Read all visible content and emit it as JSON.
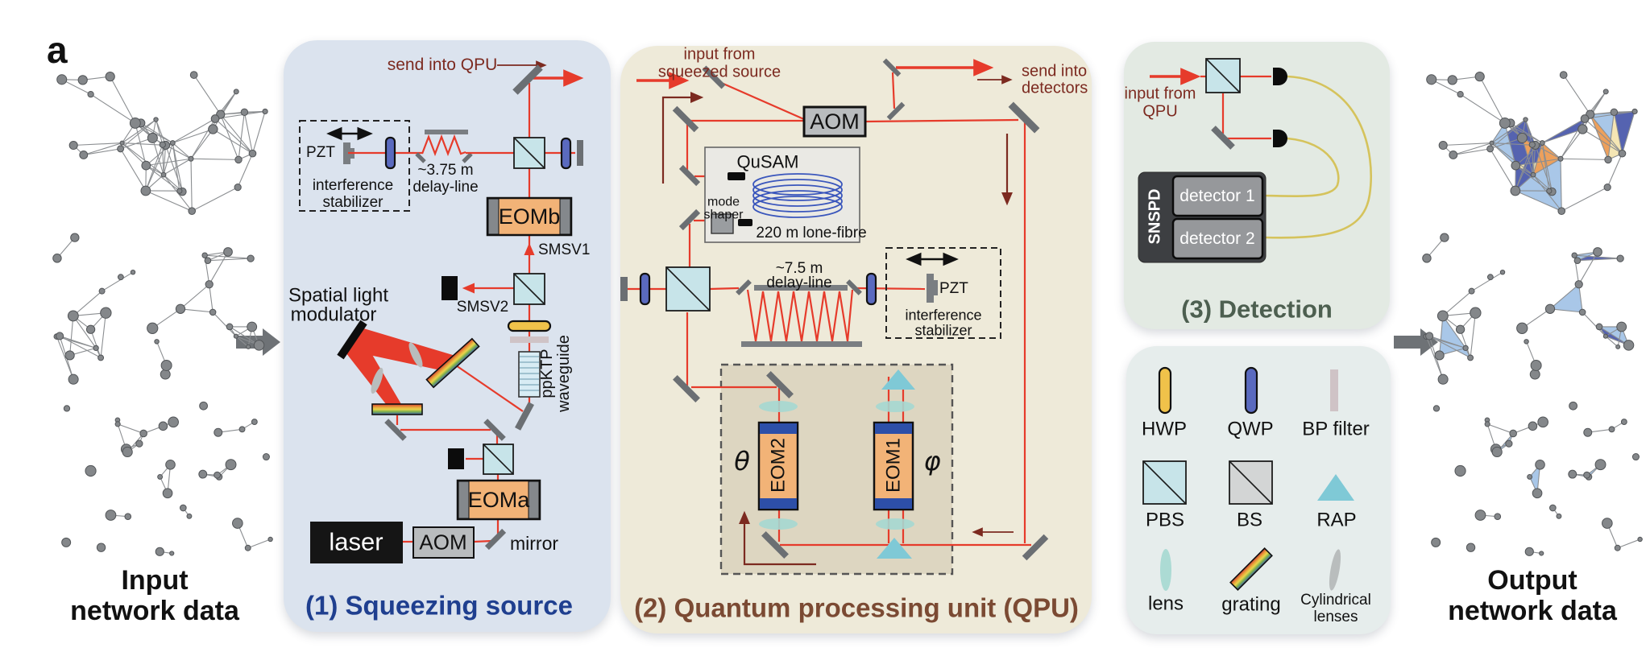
{
  "figure_label": "a",
  "input_caption": {
    "line1": "Input",
    "line2": "network data"
  },
  "output_caption": {
    "line1": "Output",
    "line2": "network data"
  },
  "panel1": {
    "title": "(1) Squeezing source",
    "send_into_qpu": "send into QPU",
    "pzt": "PZT",
    "stabilizer_line1": "interference",
    "stabilizer_line2": "stabilizer",
    "delay_line1": "~3.75 m",
    "delay_line2": "delay-line",
    "eomb": "EOMb",
    "smsv1": "SMSV1",
    "smsv2": "SMSV2",
    "slm_line1": "Spatial light",
    "slm_line2": "modulator",
    "ppktp_line1": "ppKTP",
    "ppktp_line2": "waveguide",
    "eoma": "EOMa",
    "laser": "laser",
    "aom": "AOM",
    "mirror": "mirror"
  },
  "panel2": {
    "title": "(2) Quantum processing unit (QPU)",
    "input_line1": "input from",
    "input_line2": "squeezed source",
    "aom": "AOM",
    "qusam": "QuSAM",
    "mode_shaper_line1": "mode",
    "mode_shaper_line2": "shaper",
    "fibre": "220 m lone-fibre",
    "send_line1": "send into",
    "send_line2": "detectors",
    "delay_line1": "~7.5 m",
    "delay_line2": "delay-line",
    "pzt": "PZT",
    "stabilizer_line1": "interference",
    "stabilizer_line2": "stabilizer",
    "eom2": "EOM2",
    "eom1": "EOM1",
    "theta": "θ",
    "phi": "φ"
  },
  "panel3": {
    "title": "(3) Detection",
    "input_line1": "input from",
    "input_line2": "QPU",
    "snspd": "SNSPD",
    "detector1": "detector 1",
    "detector2": "detector 2"
  },
  "legend": {
    "items": [
      {
        "id": "hwp",
        "label": "HWP"
      },
      {
        "id": "qwp",
        "label": "QWP"
      },
      {
        "id": "bp-filter",
        "label": "BP filter"
      },
      {
        "id": "pbs",
        "label": "PBS"
      },
      {
        "id": "bs",
        "label": "BS"
      },
      {
        "id": "rap",
        "label": "RAP"
      },
      {
        "id": "lens",
        "label": "lens"
      },
      {
        "id": "grating",
        "label": "grating"
      },
      {
        "id": "cylindrical-lenses",
        "label_line1": "Cylindrical",
        "label_line2": "lenses"
      }
    ]
  },
  "colors": {
    "panel1_bg": "#dbe3ee",
    "panel2_bg": "#eeead9",
    "panel3_bg": "#e3eae3",
    "legend_bg": "#e6edec",
    "beam_red": "#e63b2b",
    "dark_red": "#7c2a20",
    "panel1_title": "#1f3f8f",
    "panel2_title": "#7b4a33",
    "panel3_title": "#4d5f50",
    "eom_orange": "#f2b377",
    "hwp_yellow": "#f0c24a",
    "qwp_blue": "#5a6abf",
    "pbs_fill": "#c7e4e9",
    "bs_fill": "#d3d5d5",
    "rap_fill": "#7fc9d6",
    "lens_fill": "#a5d8d2",
    "mirror_gray": "#6b6f73",
    "fiber_yellow": "#d5c35c",
    "fiber_coil_blue": "#3a56bc",
    "face_lightblue": "#a9c7e8",
    "face_darkblue": "#5563b0",
    "face_cream": "#f5e6b4",
    "face_orange": "#eda05c",
    "face_green": "#cfe4d6"
  }
}
